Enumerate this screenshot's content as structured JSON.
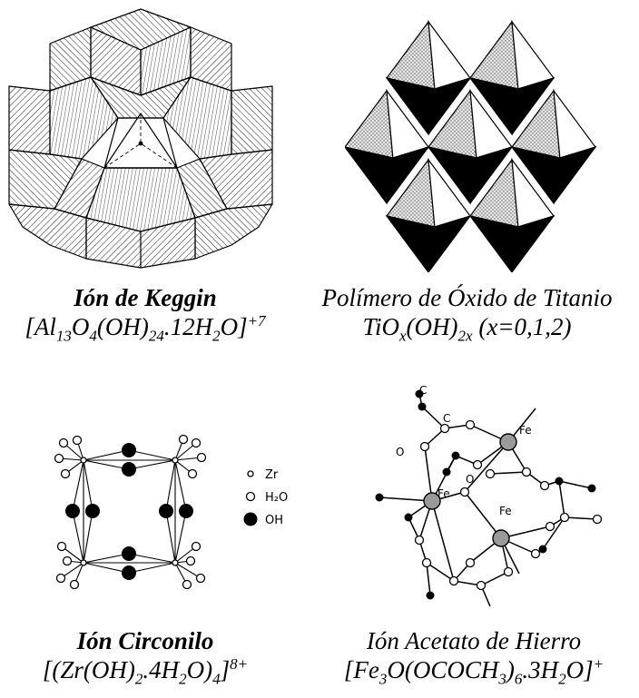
{
  "figures": [
    {
      "id": "keggin",
      "name": "Ión de Keggin",
      "formula_parts": [
        {
          "t": "[Al"
        },
        {
          "sub": "13"
        },
        {
          "t": "O"
        },
        {
          "sub": "4"
        },
        {
          "t": "(OH)"
        },
        {
          "sub": "24"
        },
        {
          "t": ".12H"
        },
        {
          "sub": "2"
        },
        {
          "t": "O]"
        },
        {
          "sup": "+7"
        }
      ]
    },
    {
      "id": "titanio",
      "name": "Polímero de Óxido de Titanio",
      "formula_parts": [
        {
          "t": "TiO"
        },
        {
          "sub": "x"
        },
        {
          "t": "(OH)"
        },
        {
          "sub": "2x"
        },
        {
          "t": " (x=0,1,2)"
        }
      ]
    },
    {
      "id": "circonilo",
      "name": "Ión Circonilo",
      "formula_parts": [
        {
          "t": "[(Zr(OH)"
        },
        {
          "sub": "2"
        },
        {
          "t": ".4H"
        },
        {
          "sub": "2"
        },
        {
          "t": "O)"
        },
        {
          "sub": "4"
        },
        {
          "t": "]"
        },
        {
          "sup": "8+"
        }
      ],
      "legend": [
        {
          "symbol": "small-open-circle",
          "label": "Zr"
        },
        {
          "symbol": "medium-open-circle",
          "label": "H₂O"
        },
        {
          "symbol": "large-filled-circle",
          "label": "OH"
        }
      ]
    },
    {
      "id": "acetato",
      "name": "Ión Acetato de Hierro",
      "formula_parts": [
        {
          "t": "[Fe"
        },
        {
          "sub": "3"
        },
        {
          "t": "O(OCOCH"
        },
        {
          "sub": "3"
        },
        {
          "t": ")"
        },
        {
          "sub": "6"
        },
        {
          "t": ".3H"
        },
        {
          "sub": "2"
        },
        {
          "t": "O]"
        },
        {
          "sup": "+"
        }
      ],
      "atom_labels": {
        "c": "C",
        "o": "O",
        "fe": "Fe"
      }
    }
  ],
  "colors": {
    "ink": "#000000",
    "face_light": "#f4f4f4",
    "face_dotted": "#d9d9d9",
    "face_dark": "#000000",
    "fe_fill": "#9a9a9a"
  }
}
